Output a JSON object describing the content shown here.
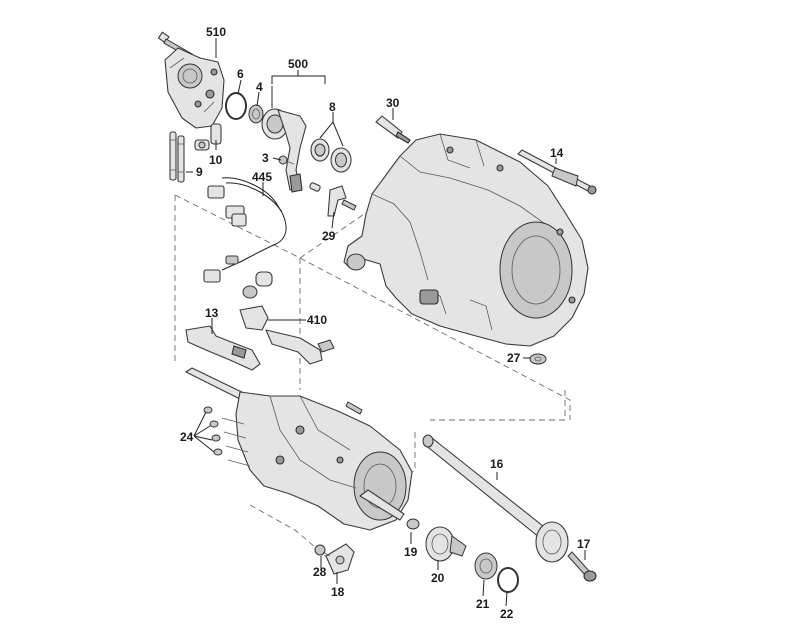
{
  "callouts": {
    "c510": "510",
    "c500": "500",
    "c6": "6",
    "c4": "4",
    "c8": "8",
    "c30": "30",
    "c14": "14",
    "c10": "10",
    "c3": "3",
    "c9": "9",
    "c445": "445",
    "c29": "29",
    "c13": "13",
    "c410": "410",
    "c27": "27",
    "c24": "24",
    "c16": "16",
    "c17": "17",
    "c19": "19",
    "c20": "20",
    "c28": "28",
    "c18": "18",
    "c21": "21",
    "c22": "22"
  }
}
